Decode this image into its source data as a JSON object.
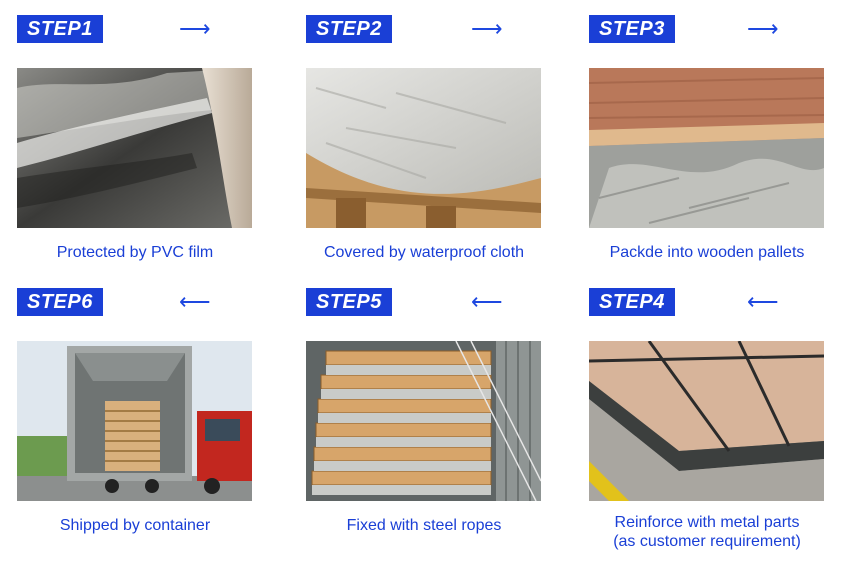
{
  "steps": [
    {
      "label": "STEP1",
      "arrow": "⟶",
      "caption": "Protected by PVC film",
      "caption2": ""
    },
    {
      "label": "STEP2",
      "arrow": "⟶",
      "caption": "Covered by waterproof cloth",
      "caption2": ""
    },
    {
      "label": "STEP3",
      "arrow": "⟶",
      "caption": "Packde into wooden pallets",
      "caption2": ""
    },
    {
      "label": "STEP6",
      "arrow": "⟵",
      "caption": "Shipped by container",
      "caption2": ""
    },
    {
      "label": "STEP5",
      "arrow": "⟵",
      "caption": "Fixed with steel ropes",
      "caption2": ""
    },
    {
      "label": "STEP4",
      "arrow": "⟵",
      "caption": "Reinforce with metal parts",
      "caption2": "(as customer requirement)"
    }
  ]
}
